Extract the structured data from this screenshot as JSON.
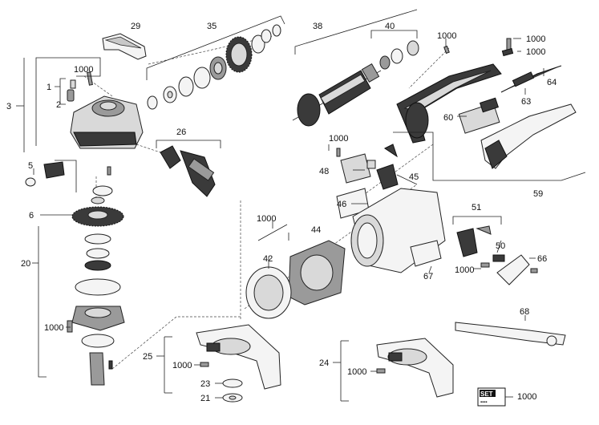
{
  "parts": {
    "p29": "29",
    "p35": "35",
    "p38": "38",
    "p40": "40",
    "p1000_a": "1000",
    "p1000_b": "1000",
    "p1000_c": "1000",
    "p1000_d": "1000",
    "p1": "1",
    "p2": "2",
    "p3": "3",
    "p26": "26",
    "p63": "63",
    "p64": "64",
    "p60": "60",
    "p59": "59",
    "p5": "5",
    "p6": "6",
    "p20": "20",
    "p1000_e": "1000",
    "p48": "48",
    "p45": "45",
    "p46": "46",
    "p1000_f": "1000",
    "p44": "44",
    "p42": "42",
    "p51": "51",
    "p50": "50",
    "p66": "66",
    "p1000_g": "1000",
    "p67": "67",
    "p68": "68",
    "p1000_h": "1000",
    "p25": "25",
    "p1000_i": "1000",
    "p23": "23",
    "p21": "21",
    "p24": "24",
    "p1000_j": "1000",
    "p1000_k": "1000"
  },
  "set_badge": {
    "title": "SET",
    "sub": "▪▪▪▪"
  }
}
